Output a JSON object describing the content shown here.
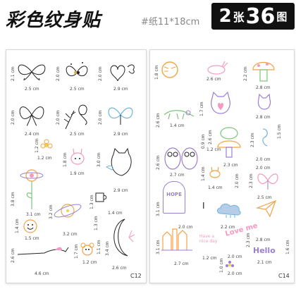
{
  "header": {
    "title": "彩色纹身贴",
    "spec": "#纸11*18cm",
    "count_num": "2",
    "count_unit": "张",
    "total_num": "36",
    "total_unit": "图"
  },
  "sheets": {
    "left_code": "C12",
    "right_code": "C14"
  },
  "left_dims": [
    "2.1 cm",
    "2.5 cm",
    "2.0 cm",
    "2.5 cm",
    "2.0 cm",
    "2.9 cm",
    "2.0 cm",
    "2.4 cm",
    "2.0 cm",
    "2.5 cm",
    "2.0 cm",
    "2.9 cm",
    "1.2 cm",
    "1.2 cm",
    "1.8 cm",
    "1.9 cm",
    "3.0 cm",
    "2.9 cm",
    "3.8 cm",
    "3.1 cm",
    "3.2 cm",
    "1.3 cm",
    "1.4 cm",
    "1.5 cm",
    "3.2 cm",
    "1.3 cm",
    "1.4 cm",
    "1.7 cm",
    "1.1 cm",
    "1.2 cm",
    "3.4 cm",
    "2.6 cm",
    "4.6 cm"
  ],
  "right_dims": [
    "1.8 cm",
    "2.6 cm",
    "2.2 cm",
    "2.8 cm",
    "1.7 cm",
    "2.8 cm",
    "2.6 cm",
    "1.4 cm",
    "2.6 cm",
    "2.3 cm",
    "2.3 cm",
    "2.0 cm",
    "2.6 cm",
    "0.9 cm",
    "1.2 cm",
    "1.5 cm",
    "2.0 cm",
    "2.7 cm",
    "1.4 cm",
    "1.4 cm",
    "2.3 cm",
    "2.0 cm",
    "3.1 cm",
    "2.5 cm",
    "2.0 cm",
    "2.2 cm",
    "2.8 cm",
    "2.3 cm",
    "3.1 cm",
    "2.7 cm",
    "2.0 cm",
    "1.2 cm",
    "1.6 cm",
    "2.0 cm",
    "1.0 cm",
    "2.0 cm",
    "2.1 cm"
  ],
  "sticker_text": {
    "hope": "HOPE",
    "i_love": "I",
    "love_me": "Love me",
    "have_nice_day": "Have a nice day",
    "hello": "Hello"
  },
  "colors": {
    "outline": "#333333",
    "pink": "#f49ac1",
    "purple": "#9b7fd1",
    "blue": "#6fb3e0",
    "green": "#7cc47c",
    "orange": "#f3a347",
    "yellow": "#f5d24a"
  }
}
